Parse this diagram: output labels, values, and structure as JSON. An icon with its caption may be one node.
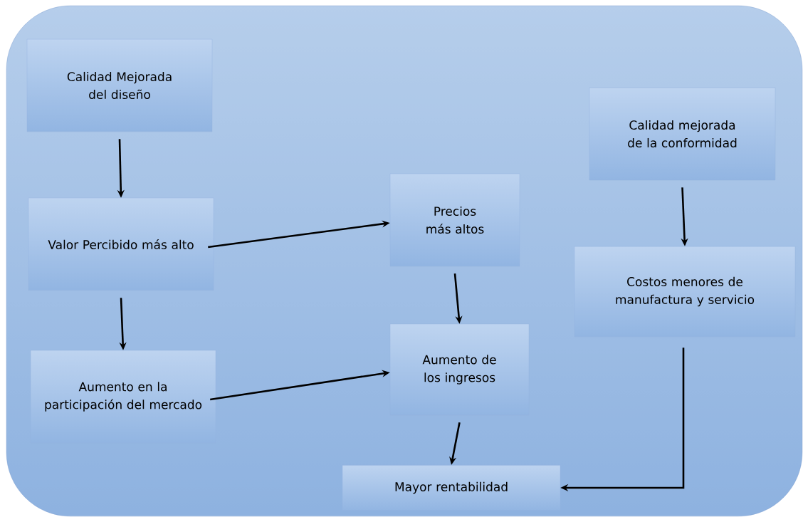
{
  "diagram": {
    "nodes": [
      {
        "text": [
          "Calidad Mejorada del diseño"
        ]
      },
      {
        "text": [
          "Valor Percibido más alto"
        ]
      },
      {
        "text": [
          "Aumento en la participación del mercado"
        ]
      },
      {
        "text": [
          "Precios más altos"
        ]
      },
      {
        "text": [
          "Aumento de los ingresos"
        ]
      },
      {
        "text": [
          "Calidad mejorada de la conformidad"
        ]
      },
      {
        "text": [
          "Costos menores de manufactura y servicio"
        ]
      },
      {
        "text": [
          "Mayor rentabilidad"
        ]
      }
    ],
    "edges": [
      {
        "from": 0,
        "to": 1,
        "arrow": "to"
      },
      {
        "from": 1,
        "to": 3,
        "arrow": "to"
      },
      {
        "from": 1,
        "to": 2,
        "arrow": "to"
      },
      {
        "from": 3,
        "to": 4,
        "arrow": "to"
      },
      {
        "from": 2,
        "to": 4,
        "arrow": "to"
      },
      {
        "from": 4,
        "to": 7,
        "arrow": "to"
      },
      {
        "from": 5,
        "to": 6,
        "arrow": "to"
      },
      {
        "from": 6,
        "to": 7,
        "arrow": "to"
      }
    ]
  }
}
